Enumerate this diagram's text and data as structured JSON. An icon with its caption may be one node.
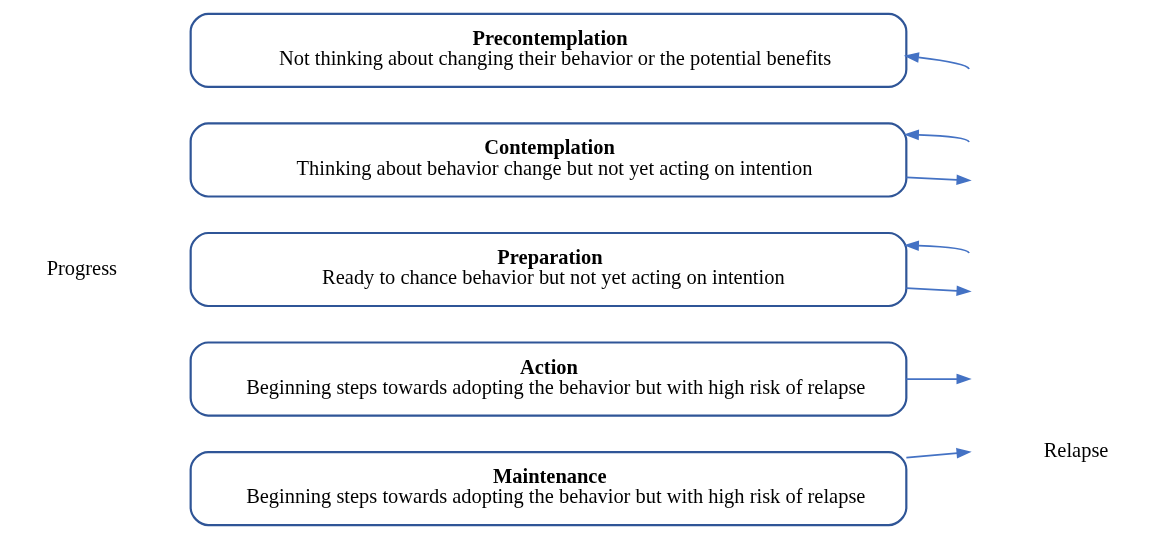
{
  "diagram": {
    "nodes": [
      {
        "text": [
          "Precontemplation",
          "Not thinking about changing their behavior or the potential benefits"
        ]
      },
      {
        "text": [
          "Contemplation",
          "Thinking about behavior change but not yet acting on intention"
        ]
      },
      {
        "text": [
          "Preparation",
          "Ready to chance behavior but not yet acting on intention"
        ]
      },
      {
        "text": [
          "Action",
          "Beginning steps towards adopting the behavior but with high risk of relapse"
        ]
      },
      {
        "text": [
          "Maintenance",
          "Beginning steps towards adopting the behavior but with high risk of relapse"
        ]
      }
    ],
    "edges": [
      {
        "from": null,
        "to": 0,
        "arrow": "to"
      },
      {
        "from": null,
        "to": 1,
        "arrow": "to"
      },
      {
        "from": 1,
        "to": null,
        "arrow": "to"
      },
      {
        "from": null,
        "to": 2,
        "arrow": "to"
      },
      {
        "from": 2,
        "to": null,
        "arrow": "to"
      },
      {
        "from": 3,
        "to": null,
        "arrow": "to"
      },
      {
        "from": 4,
        "to": null,
        "arrow": "to"
      }
    ],
    "labels": [
      "Progress",
      "Relapse"
    ]
  }
}
